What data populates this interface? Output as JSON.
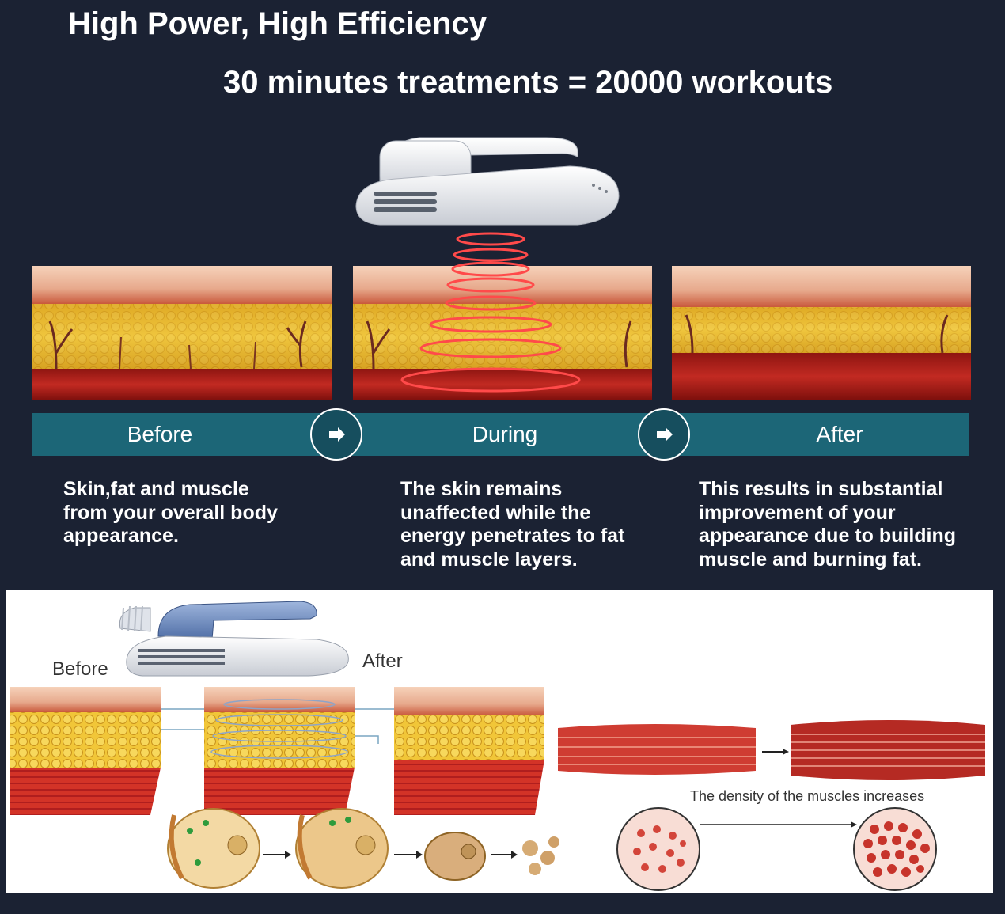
{
  "header": {
    "title": "High Power, High Efficiency",
    "subtitle": "30 minutes treatments = 20000 workouts"
  },
  "stages": [
    {
      "label": "Before",
      "description": "Skin,fat and muscle from your overall body appearance."
    },
    {
      "label": "During",
      "description": "The skin remains unaffected while the energy penetrates to fat and muscle layers."
    },
    {
      "label": "After",
      "description": "This results in substantial improvement of your appearance due to building muscle and burning fat."
    }
  ],
  "diagram": {
    "before_label": "Before",
    "after_label": "After",
    "density_caption": "The density of the muscles increases"
  },
  "colors": {
    "background": "#1b2233",
    "stage_bar": "#1c6677",
    "ring": "#ff3b3b",
    "fat": "#e3b72a",
    "muscle": "#b5201f",
    "skin": "#f0c4a6"
  },
  "icons": [
    "device-handpiece-icon",
    "arrow-right-icon",
    "emission-rings-icon"
  ]
}
